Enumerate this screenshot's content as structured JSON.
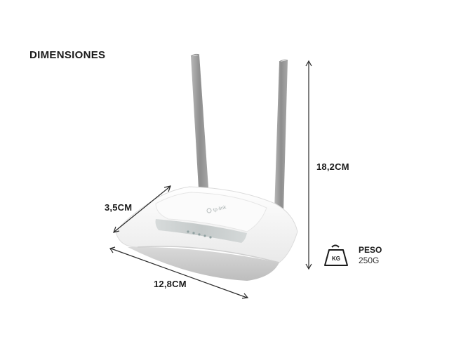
{
  "title": "DIMENSIONES",
  "dimensions": {
    "height": "18,2CM",
    "depth": "3,5CM",
    "width": "12,8CM"
  },
  "weight": {
    "label": "PESO",
    "value": "250G",
    "icon_text": "KG",
    "icon": "weight-icon"
  },
  "product": {
    "brand_mark": "tp-link",
    "icon": "router-image"
  },
  "colors": {
    "text": "#1a1a1a",
    "line": "#2b2b2b",
    "router_white": "#f4f4f4",
    "antenna_gray": "#9a9a9a"
  }
}
